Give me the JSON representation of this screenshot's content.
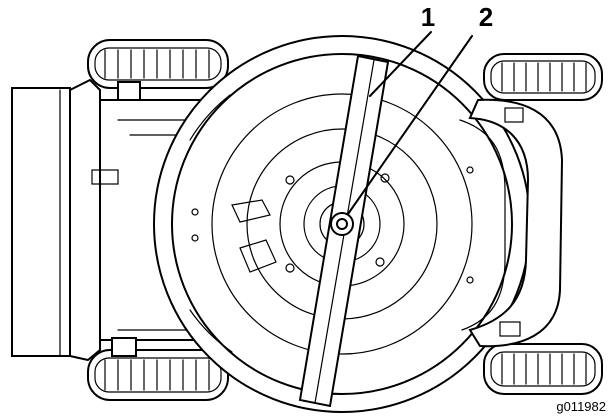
{
  "diagram": {
    "callouts": [
      {
        "id": "blade",
        "label": "1"
      },
      {
        "id": "blade-bolt",
        "label": "2"
      }
    ],
    "figure_code": "g011982"
  }
}
